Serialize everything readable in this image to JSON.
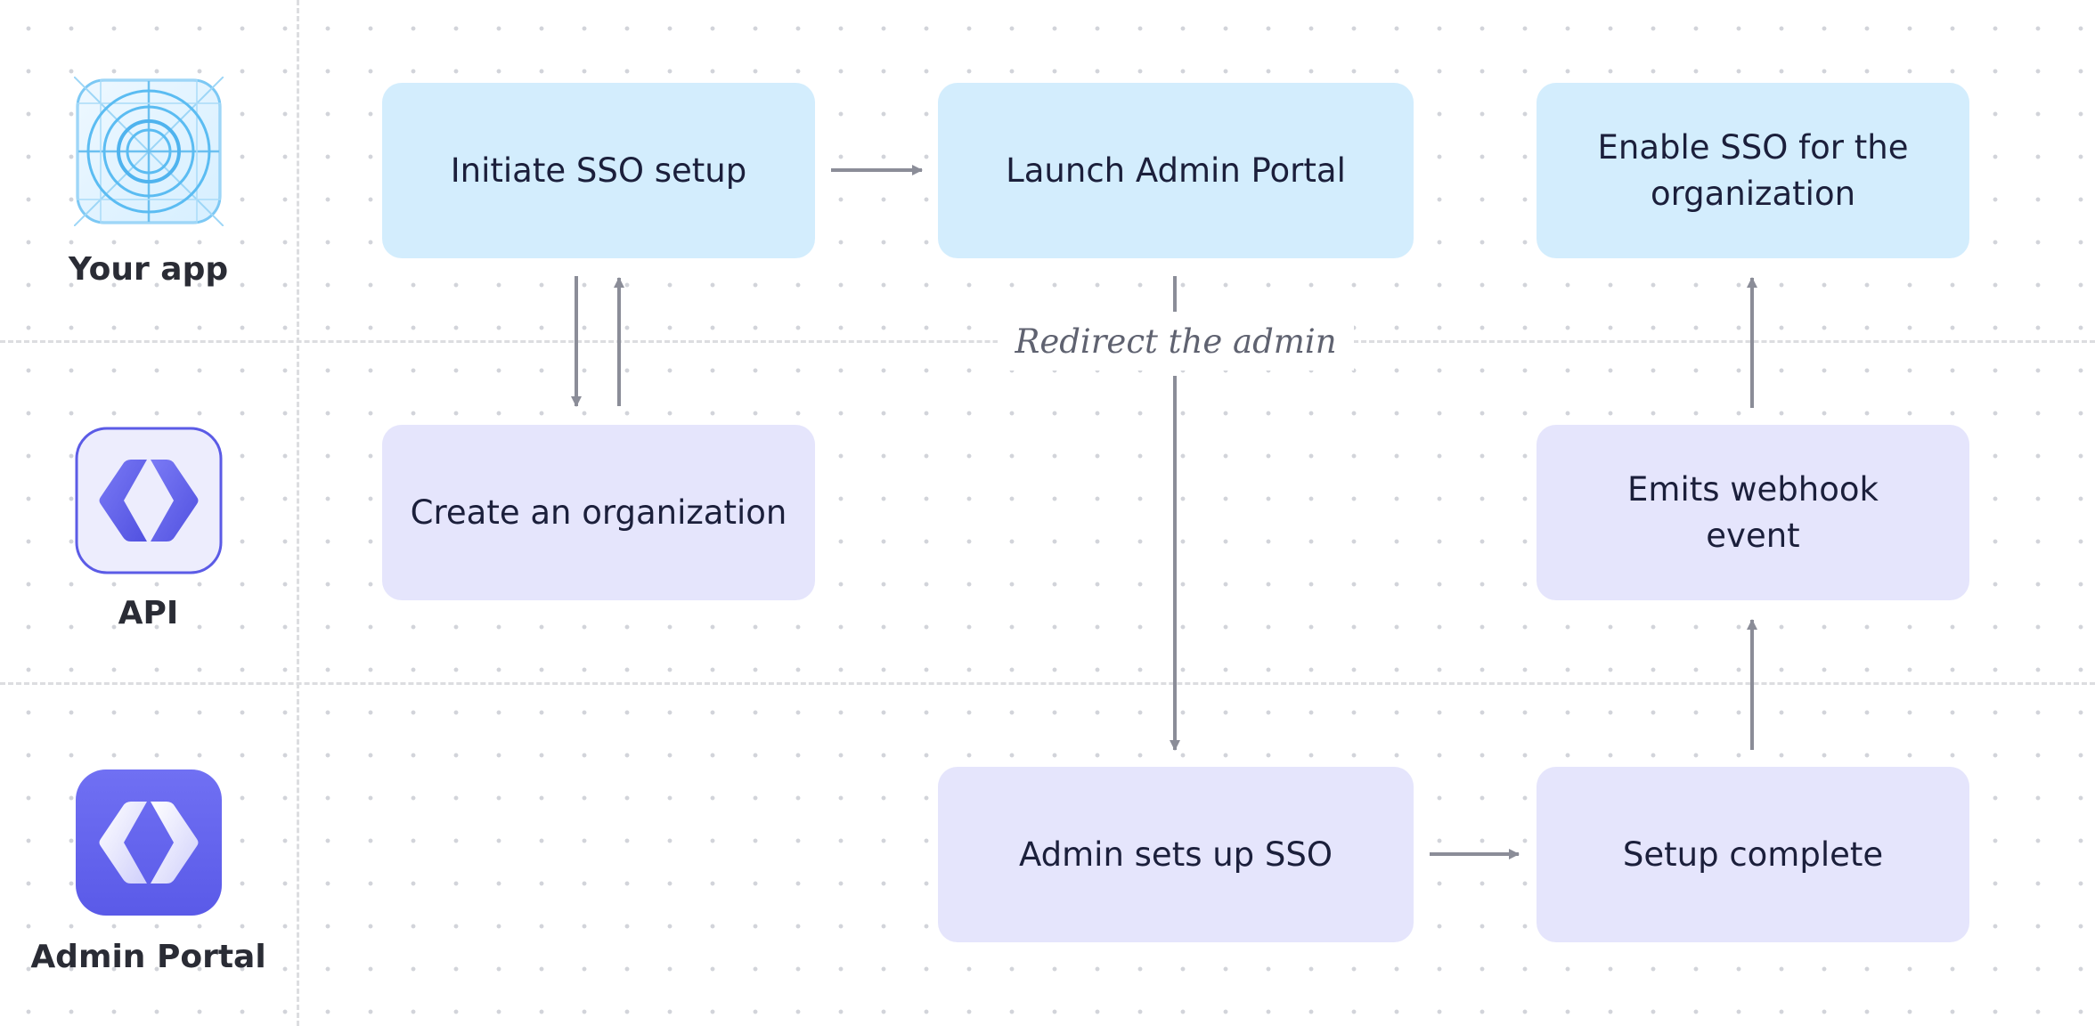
{
  "lanes": {
    "your_app": {
      "label": "Your app",
      "icon": "app-blueprint-icon"
    },
    "api": {
      "label": "API",
      "icon": "workos-logo-icon"
    },
    "admin_portal": {
      "label": "Admin Portal",
      "icon": "workos-logo-icon"
    }
  },
  "steps": {
    "initiate_sso": "Initiate SSO setup",
    "launch_admin_portal": "Launch Admin Portal",
    "enable_sso": "Enable SSO for the organization",
    "create_org": "Create an organization",
    "emits_webhook": "Emits webhook event",
    "admin_sets_up_sso": "Admin sets up SSO",
    "setup_complete": "Setup complete"
  },
  "annotations": {
    "redirect": "Redirect the admin"
  },
  "colors": {
    "app_box": "#d3edfd",
    "workos_box": "#e5e5fc",
    "arrow": "#8b8d98",
    "brand_purple": "#6363f1",
    "app_icon_blue": "#5bbcf2"
  }
}
